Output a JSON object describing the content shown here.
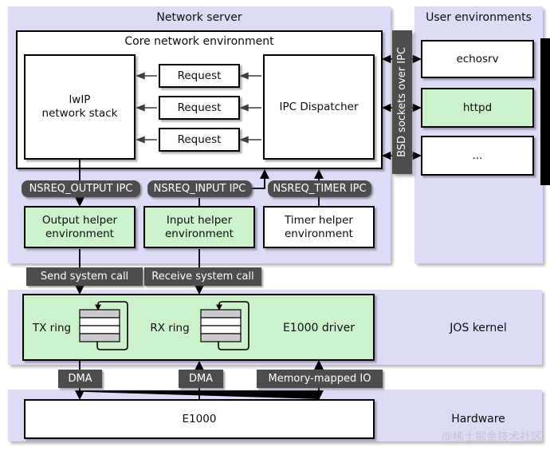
{
  "network_server": {
    "title": "Network server",
    "core_title": "Core network environment",
    "lwip_label": "lwIP\nnetwork stack",
    "request_labels": [
      "Request",
      "Request",
      "Request"
    ],
    "dispatcher_label": "IPC Dispatcher"
  },
  "bsd_bar": {
    "label": "BSD sockets over IPC"
  },
  "user_envs": {
    "title": "User environments",
    "items": [
      "echosrv",
      "httpd",
      "..."
    ]
  },
  "nsreq_badges": [
    "NSREQ_OUTPUT IPC",
    "NSREQ_INPUT IPC",
    "NSREQ_TIMER IPC"
  ],
  "helper_boxes": [
    "Output helper\nenvironment",
    "Input helper\nenvironment",
    "Timer helper\nenvironment"
  ],
  "syscall_badges": [
    "Send system call",
    "Receive system call"
  ],
  "kernel": {
    "band_label": "JOS kernel",
    "driver_label": "E1000 driver",
    "tx_label": "TX ring",
    "rx_label": "RX ring"
  },
  "io_badges": [
    "DMA",
    "DMA",
    "Memory-mapped IO"
  ],
  "hardware": {
    "band_label": "Hardware",
    "device_label": "E1000"
  },
  "watermark": "@稀土掘金技术社区",
  "colors": {
    "panel": "#dcdcf6",
    "green": "#ccf2cb",
    "badge": "#4d4d4d",
    "ring_gray": "#cccccc",
    "watermark": "#c4c5d3"
  }
}
